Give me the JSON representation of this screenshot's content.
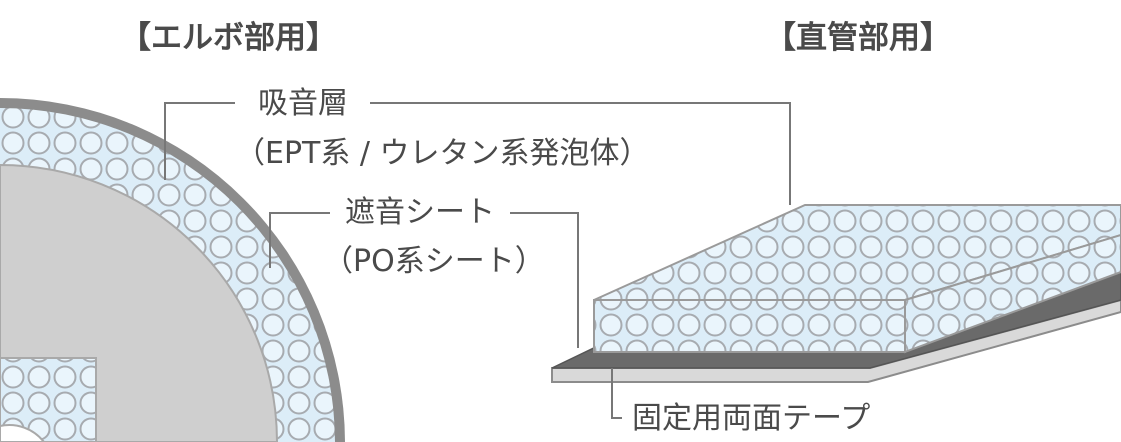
{
  "headings": {
    "elbow": "【エルボ部用】",
    "straight": "【直管部用】"
  },
  "labels": {
    "absorb_title": "吸音層",
    "absorb_detail": "（EPT系 / ウレタン系発泡体）",
    "barrier_title": "遮音シート",
    "barrier_detail": "（PO系シート）",
    "tape": "固定用両面テープ"
  },
  "colors": {
    "foam_fill": "#dcedf8",
    "bubble_stroke": "#a7abb0",
    "sheet": "#8c8c8c",
    "pipe": "#cfcfcf",
    "tape_dark": "#6a6a6a",
    "tape_light": "#d9d9d9",
    "text": "#4a4a4a",
    "leader": "#777777"
  }
}
